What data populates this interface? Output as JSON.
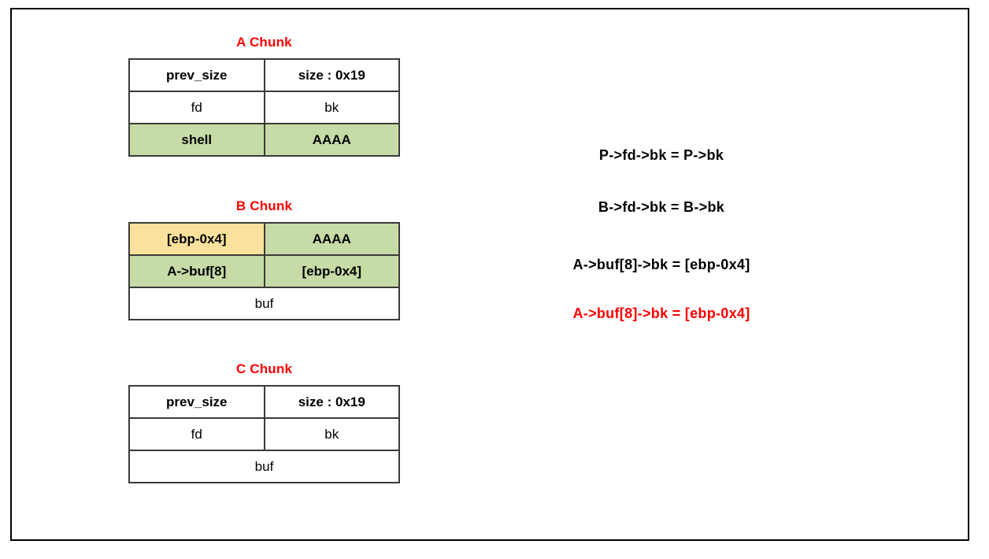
{
  "diagram": {
    "title_color": "#ff0000",
    "highlight_green": "#c6dba5",
    "highlight_yellow": "#fbe19b",
    "border_color": "#000000"
  },
  "chunks": [
    {
      "title": "A Chunk",
      "rows": [
        {
          "cells": [
            {
              "text": "prev_size",
              "style": "bold"
            },
            {
              "text": "size : 0x19",
              "style": "bold"
            }
          ]
        },
        {
          "cells": [
            {
              "text": "fd",
              "style": "plain"
            },
            {
              "text": "bk",
              "style": "plain"
            }
          ]
        },
        {
          "cells": [
            {
              "text": "shell",
              "style": "green"
            },
            {
              "text": "AAAA",
              "style": "green"
            }
          ]
        }
      ]
    },
    {
      "title": "B Chunk",
      "rows": [
        {
          "cells": [
            {
              "text": "[ebp-0x4]",
              "style": "yellow"
            },
            {
              "text": "AAAA",
              "style": "green"
            }
          ]
        },
        {
          "cells": [
            {
              "text": "A->buf[8]",
              "style": "green"
            },
            {
              "text": "[ebp-0x4]",
              "style": "green"
            }
          ]
        },
        {
          "cells": [
            {
              "text": "buf",
              "style": "plain",
              "span": 2
            }
          ]
        }
      ]
    },
    {
      "title": "C Chunk",
      "rows": [
        {
          "cells": [
            {
              "text": "prev_size",
              "style": "bold"
            },
            {
              "text": "size : 0x19",
              "style": "bold"
            }
          ]
        },
        {
          "cells": [
            {
              "text": "fd",
              "style": "plain"
            },
            {
              "text": "bk",
              "style": "plain"
            }
          ]
        },
        {
          "cells": [
            {
              "text": "buf",
              "style": "plain",
              "span": 2
            }
          ]
        }
      ]
    }
  ],
  "equations": [
    {
      "text": "P->fd->bk = P->bk",
      "color": "black"
    },
    {
      "text": "B->fd->bk = B->bk",
      "color": "black"
    },
    {
      "text": "A->buf[8]->bk = [ebp-0x4]",
      "color": "black"
    },
    {
      "text": "A->buf[8]->bk = [ebp-0x4]",
      "color": "red"
    }
  ]
}
